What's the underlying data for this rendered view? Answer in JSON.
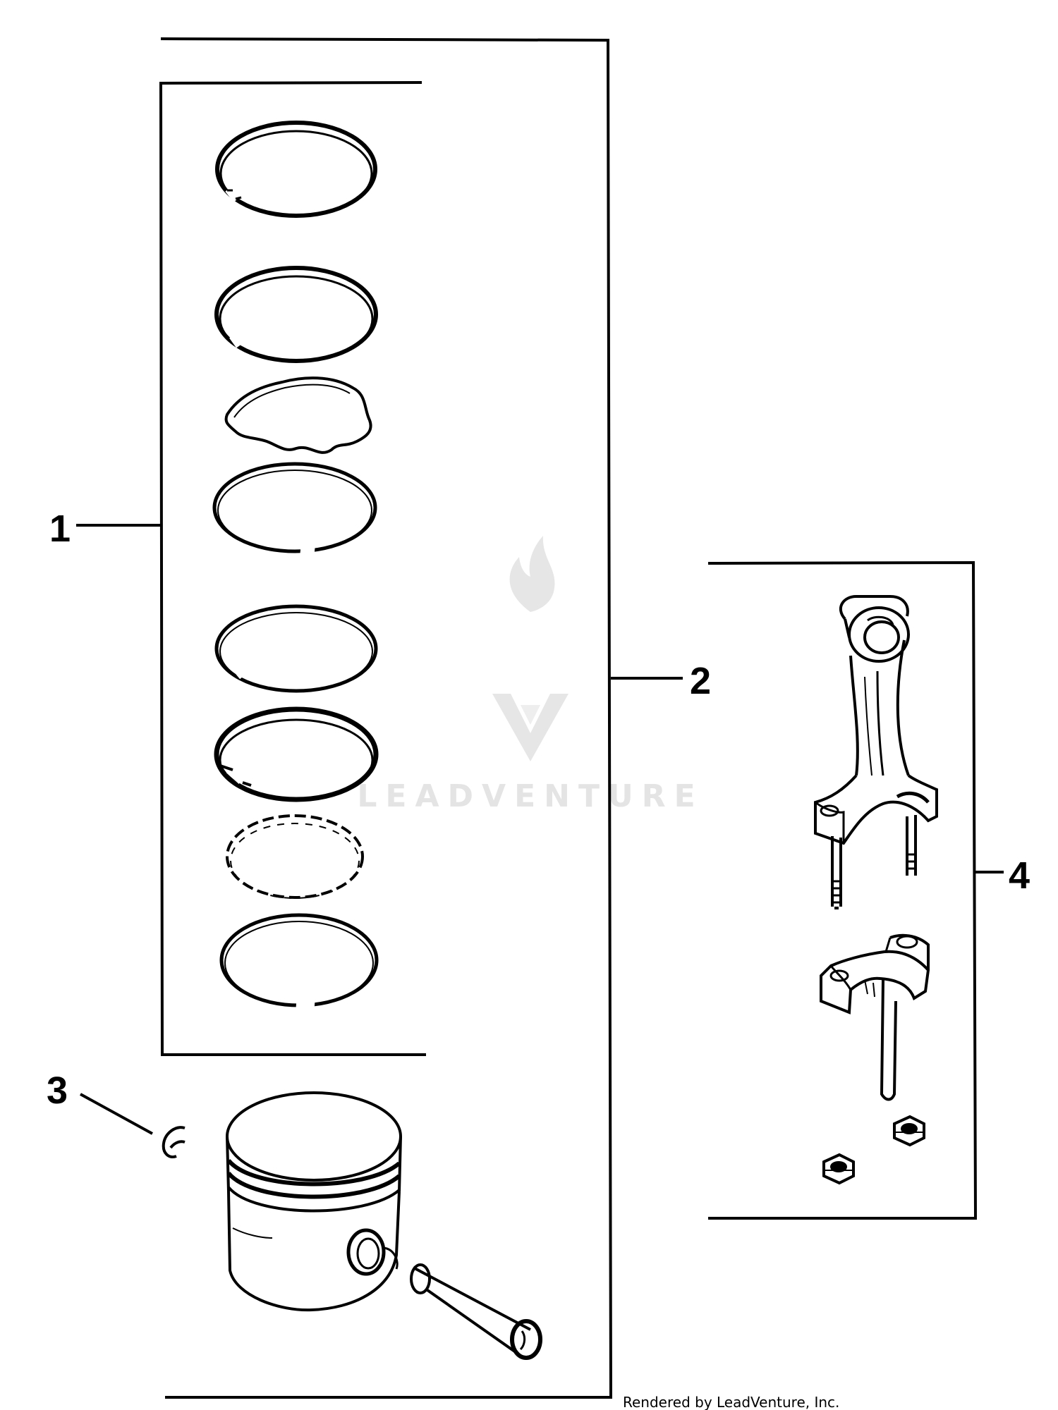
{
  "callouts": {
    "c1": "1",
    "c2": "2",
    "c3": "3",
    "c4": "4"
  },
  "watermark": {
    "text": "LEADVENTURE",
    "logo": "leadventure-flame-v-logo"
  },
  "footer": {
    "credit": "Rendered by LeadVenture, Inc."
  },
  "colors": {
    "ink": "#000000",
    "paper": "#ffffff",
    "watermark": "#e4e4e4"
  }
}
